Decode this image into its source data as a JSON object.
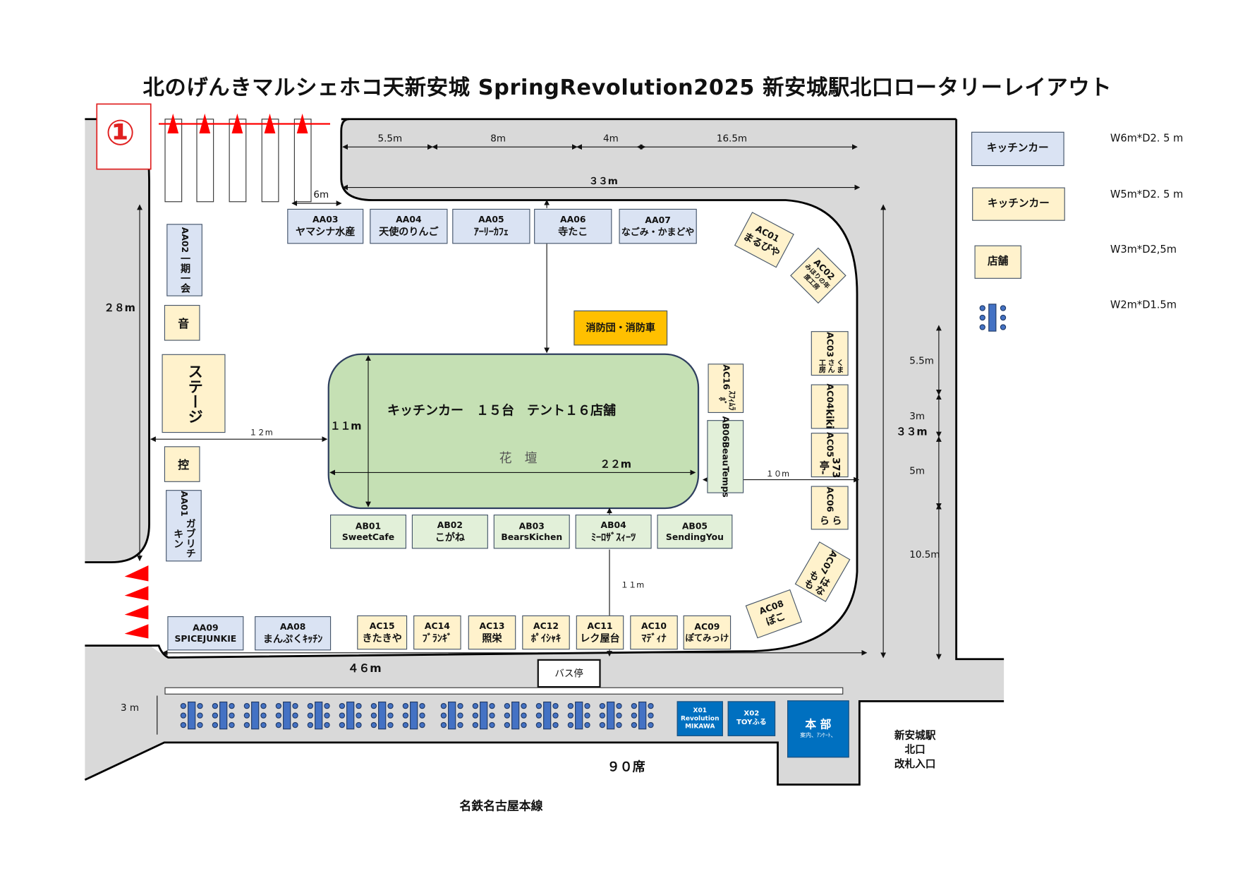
{
  "title": "北のげんきマルシェホコ天新安城  SpringRevolution2025  新安城駅北口ロータリーレイアウト",
  "area_number": "①",
  "center": {
    "label": "キッチンカー　１５台　テント１６店舗",
    "flowerbed": "花　壇"
  },
  "fire": "消防団・消防車",
  "stage": {
    "sound": "音",
    "stage": "ステージ",
    "waiting": "控"
  },
  "booths": {
    "AA01": {
      "id": "AA01",
      "name": "ガブリチキン"
    },
    "AA02": {
      "id": "AA02",
      "name": "一期一会"
    },
    "AA03": {
      "id": "AA03",
      "name": "ヤマシナ水産"
    },
    "AA04": {
      "id": "AA04",
      "name": "天使のりんご"
    },
    "AA05": {
      "id": "AA05",
      "name": "ｱｰﾘｰｶﾌｪ"
    },
    "AA06": {
      "id": "AA06",
      "name": "寺たこ"
    },
    "AA07": {
      "id": "AA07",
      "name": "なごみ・かまどや"
    },
    "AA08": {
      "id": "AA08",
      "name": "まんぷくｷｯﾁﾝ"
    },
    "AA09": {
      "id": "AA09",
      "name": "SPICEJUNKIE"
    },
    "AB01": {
      "id": "AB01",
      "name": "SweetCafe"
    },
    "AB02": {
      "id": "AB02",
      "name": "こがね"
    },
    "AB03": {
      "id": "AB03",
      "name": "BearsKichen"
    },
    "AB04": {
      "id": "AB04",
      "name": "ﾐｰﾛｻﾞｽｨｰﾂ"
    },
    "AB05": {
      "id": "AB05",
      "name": "SendingYou"
    },
    "AB06": {
      "id": "AB06",
      "name": "BeauTemps"
    },
    "AC01": {
      "id": "AC01",
      "name": "まるびや"
    },
    "AC02": {
      "id": "AC02",
      "name": "みほりの年度工房"
    },
    "AC03": {
      "id": "AC03",
      "name": "くまさん工房"
    },
    "AC04": {
      "id": "AC04",
      "name": "kiki"
    },
    "AC05": {
      "id": "AC05",
      "name": "373亭-"
    },
    "AC06": {
      "id": "AC06",
      "name": "らら"
    },
    "AC07": {
      "id": "AC07",
      "name": "はなもも"
    },
    "AC08": {
      "id": "AC08",
      "name": "ぽこ"
    },
    "AC09": {
      "id": "AC09",
      "name": "ぽてみっけ"
    },
    "AC10": {
      "id": "AC10",
      "name": "ﾏﾃﾞｨﾅ"
    },
    "AC11": {
      "id": "AC11",
      "name": "レク屋台"
    },
    "AC12": {
      "id": "AC12",
      "name": "ﾎﾟｲｼｬｷ"
    },
    "AC13": {
      "id": "AC13",
      "name": "照栄"
    },
    "AC14": {
      "id": "AC14",
      "name": "ﾌﾞﾗﾝｷﾞ"
    },
    "AC15": {
      "id": "AC15",
      "name": "きたきや"
    },
    "AC16": {
      "id": "AC16",
      "name": "ｽﾌｨﾑﾗﾎﾞ"
    },
    "X01": {
      "id": "X01",
      "name": "RevolutionMIKAWA"
    },
    "X02": {
      "id": "X02",
      "name": "TOYふる"
    }
  },
  "hq": {
    "label": "本 部",
    "sub": "案内、ｱﾝｹｰﾄ、"
  },
  "dimensions": {
    "top_5_5": "5.5m",
    "top_8": "8m",
    "top_4": "4m",
    "top_16_5": "16.5m",
    "top_33": "３３m",
    "slot_6": "6m",
    "left_28": "２８m",
    "stage_12": "１２m",
    "bed_11": "１１m",
    "bed_22": "２２m",
    "right_10": "１０m",
    "south_11": "１１m",
    "bottom_46": "４６m",
    "seat_3": "3 m",
    "r_5_5": "5.5m",
    "r_3": "3m",
    "r_33": "３３m",
    "r_5": "5m",
    "r_10_5": "10.5m"
  },
  "bus_stop": "バス停",
  "seats": {
    "label": "９０席",
    "tables": 15
  },
  "station": {
    "line1": "新安城駅",
    "line2": "北口",
    "line3": "改札入口"
  },
  "railway": "名鉄名古屋本線",
  "legend": [
    {
      "label": "キッチンカー",
      "size": "W6m*D2. 5 m",
      "color": "#DAE3F3"
    },
    {
      "label": "キッチンカー",
      "size": "W5m*D2. 5 m",
      "color": "#FFF2CC"
    },
    {
      "label": "店舗",
      "size": "W3m*D2,5m",
      "color": "#FFF2CC"
    },
    {
      "label": "",
      "size": "W2m*D1.5m",
      "color": "#4472C4"
    }
  ],
  "colors": {
    "road": "#D9D9D9",
    "bed": "#C5E0B4",
    "fire": "#FFC000",
    "hq": "#0070C0",
    "alert": "#FF0000"
  }
}
